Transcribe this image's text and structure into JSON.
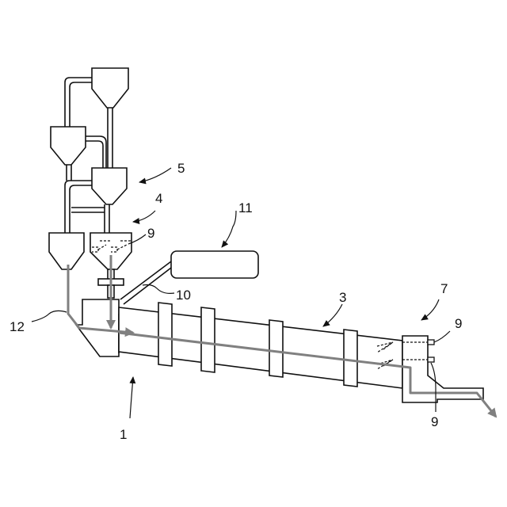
{
  "labels": {
    "plant": "1",
    "kiln": "3",
    "cyclone_tower": "4",
    "preheater": "5",
    "cooler": "7",
    "burner_top": "9",
    "burner_cooler_upper": "9",
    "burner_cooler_lower": "9",
    "calciner_link": "10",
    "control_unit": "11",
    "flow_path": "12"
  },
  "colors": {
    "line": "#111111",
    "flow": "#808080",
    "background": "#ffffff"
  }
}
